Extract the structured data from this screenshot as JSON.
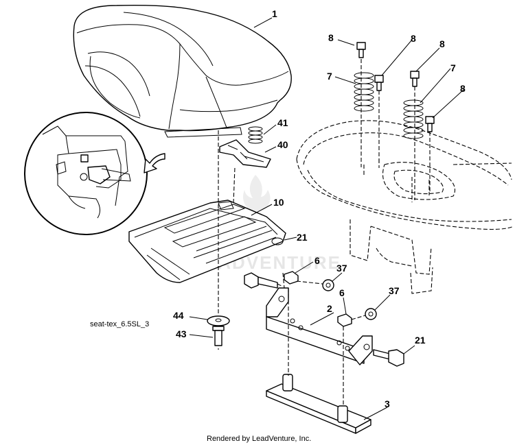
{
  "diagram_code": "seat-tex_6.5SL_3",
  "footer": "Rendered by LeadVenture, Inc.",
  "watermark": "LEADVENTURE",
  "callouts": [
    {
      "id": "c1",
      "label": "1"
    },
    {
      "id": "c41",
      "label": "41"
    },
    {
      "id": "c40",
      "label": "40"
    },
    {
      "id": "c10",
      "label": "10"
    },
    {
      "id": "c21a",
      "label": "21"
    },
    {
      "id": "c6a",
      "label": "6"
    },
    {
      "id": "c37a",
      "label": "37"
    },
    {
      "id": "c2",
      "label": "2"
    },
    {
      "id": "c6b",
      "label": "6"
    },
    {
      "id": "c37b",
      "label": "37"
    },
    {
      "id": "c44",
      "label": "44"
    },
    {
      "id": "c43",
      "label": "43"
    },
    {
      "id": "c21b",
      "label": "21"
    },
    {
      "id": "c3",
      "label": "3"
    },
    {
      "id": "c8a",
      "label": "8"
    },
    {
      "id": "c8b",
      "label": "8"
    },
    {
      "id": "c8c",
      "label": "8"
    },
    {
      "id": "c8d",
      "label": "8"
    },
    {
      "id": "c7a",
      "label": "7"
    },
    {
      "id": "c7b",
      "label": "7"
    }
  ]
}
